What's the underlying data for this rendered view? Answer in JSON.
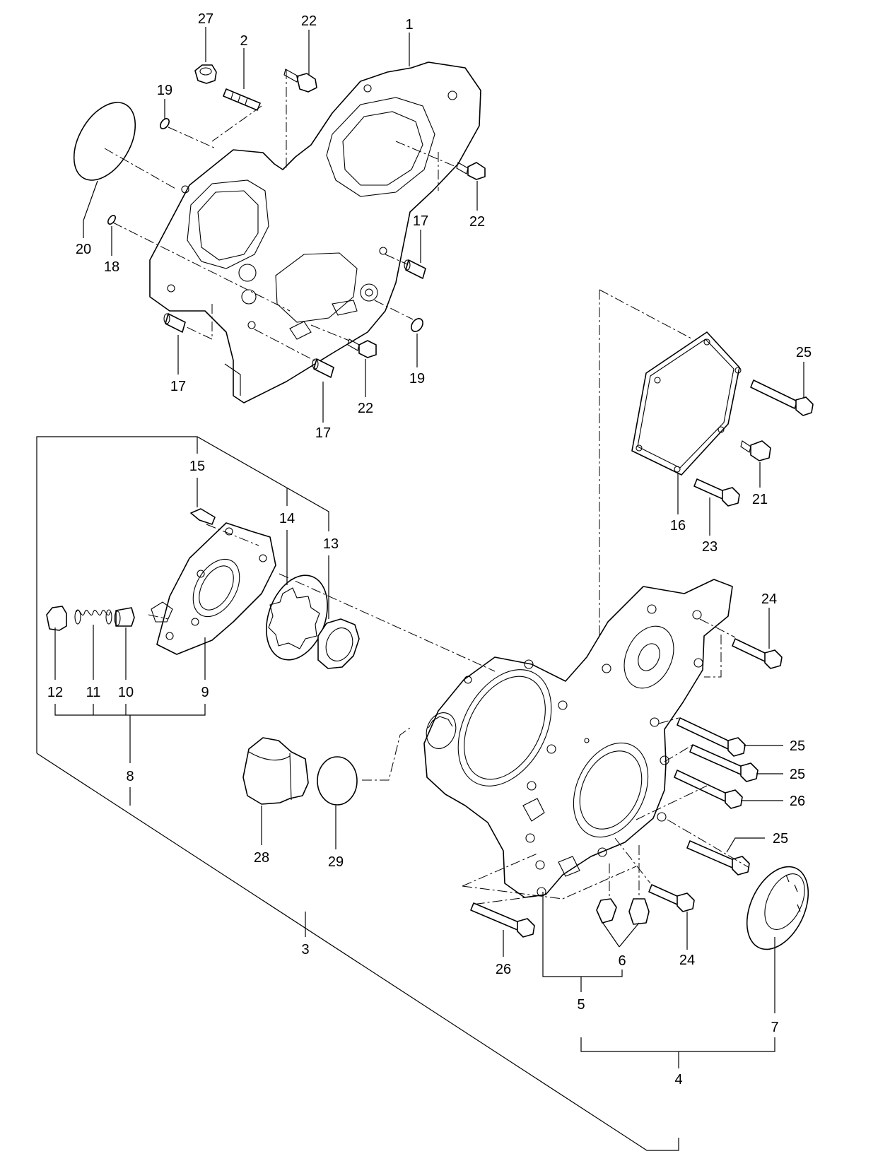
{
  "callouts": {
    "p1": "1",
    "p2": "2",
    "p3": "3",
    "p4": "4",
    "p5": "5",
    "p6": "6",
    "p7": "7",
    "p8": "8",
    "p9": "9",
    "p10": "10",
    "p11": "11",
    "p12": "12",
    "p13": "13",
    "p14": "14",
    "p15": "15",
    "p16": "16",
    "p17a": "17",
    "p17b": "17",
    "p17c": "17",
    "p18": "18",
    "p19a": "19",
    "p19b": "19",
    "p20": "20",
    "p21": "21",
    "p22a": "22",
    "p22b": "22",
    "p22c": "22",
    "p23": "23",
    "p24a": "24",
    "p24b": "24",
    "p25a": "25",
    "p25b": "25",
    "p25c": "25",
    "p25d": "25",
    "p26a": "26",
    "p26b": "26",
    "p27": "27",
    "p28": "28",
    "p29": "29"
  }
}
